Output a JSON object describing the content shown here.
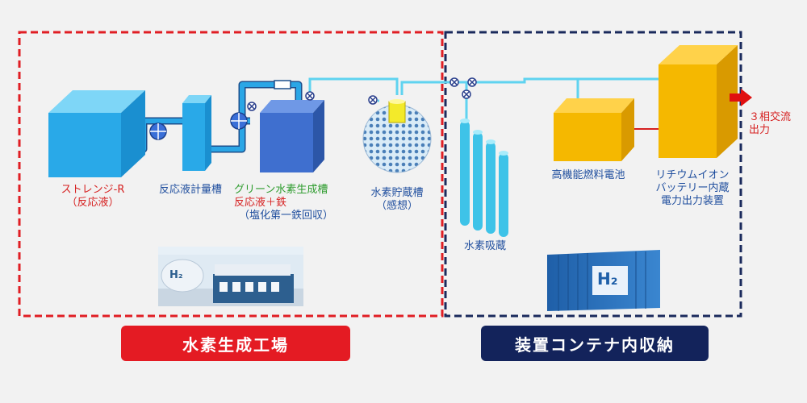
{
  "zones": {
    "factory_label": "水素生成工場",
    "container_label": "装置コンテナ内収納"
  },
  "components": {
    "strange": {
      "line1": "ストレンジ-R",
      "line2": "（反応液）"
    },
    "metering_tank": {
      "label": "反応液計量槽"
    },
    "green_tank": {
      "line1": "グリーン水素生成槽",
      "line2": "反応液＋鉄",
      "line3": "（塩化第一鉄回収）"
    },
    "storage_tank": {
      "line1": "水素貯蔵槽",
      "line2": "（感想）"
    },
    "absorption": {
      "label": "水素吸蔵"
    },
    "fuel_cell": {
      "label": "高機能燃料電池"
    },
    "battery": {
      "line1": "リチウムイオン",
      "line2": "バッテリー内蔵",
      "line3": "電力出力装置"
    }
  },
  "output": {
    "line1": "３相交流",
    "line2": "出力"
  },
  "icons": {
    "h2_badge": "H₂"
  },
  "colors": {
    "factory_border": "#e01e24",
    "container_border": "#1a2a5c",
    "factory_banner": "#e41b23",
    "container_banner": "#13235b",
    "pipe": "#5fd3f0",
    "tank_blue": "#29a9e8",
    "green_tank": "#3f6fcf",
    "yellow": "#f5b800",
    "arrow": "#e01010"
  }
}
